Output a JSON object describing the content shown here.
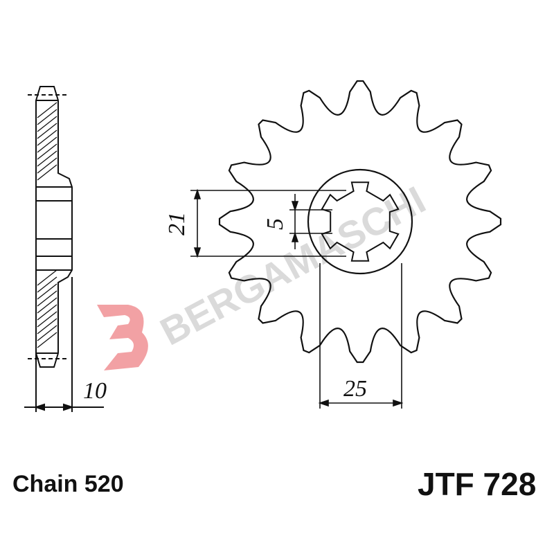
{
  "dimensions": {
    "bore_height": "21",
    "spline_width": "5",
    "hole_diameter": "25",
    "thickness": "10"
  },
  "footer": {
    "chain": "Chain 520",
    "part_code": "JTF 728"
  },
  "watermark": {
    "text": "BERGAMASCHI",
    "logo_color": "#e8555a",
    "text_color": "#c9c9c9"
  },
  "sprocket": {
    "teeth": 16
  },
  "line_color": "#111111"
}
